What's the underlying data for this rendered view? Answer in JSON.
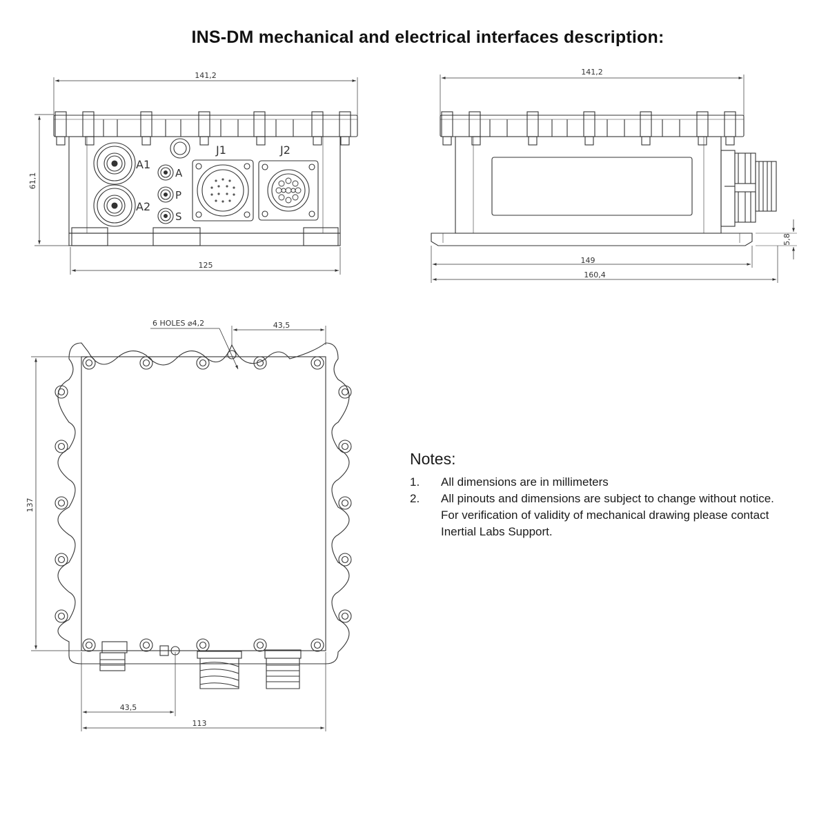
{
  "title": "INS-DM mechanical and electrical interfaces description:",
  "front_view": {
    "dim_width_top": "141,2",
    "dim_width_bottom": "125",
    "dim_height": "61,1",
    "connector_labels": [
      "A1",
      "A2",
      "A",
      "P",
      "S",
      "J1",
      "J2"
    ]
  },
  "side_view": {
    "dim_width_top": "141,2",
    "dim_width_base": "149",
    "dim_width_total": "160,4",
    "dim_flange": "5,8"
  },
  "bottom_view": {
    "holes_note": "6 HOLES ⌀4,2",
    "dim_hole_offset_top": "43,5",
    "dim_hole_offset_bottom": "43,5",
    "dim_width": "113",
    "dim_height": "137"
  },
  "notes": {
    "heading": "Notes:",
    "items": [
      {
        "num": "1.",
        "lines": [
          "All dimensions are in millimeters"
        ]
      },
      {
        "num": "2.",
        "lines": [
          "All pinouts and dimensions are subject to change without notice.",
          "For verification of validity of mechanical drawing please contact",
          "Inertial Labs Support."
        ]
      }
    ]
  }
}
